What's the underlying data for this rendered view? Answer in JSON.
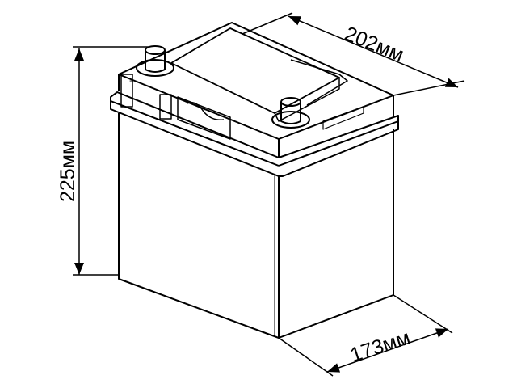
{
  "diagram": {
    "dimensions": {
      "length": "202мм",
      "height": "225мм",
      "width": "173мм"
    },
    "terminals": {
      "positive": "+",
      "negative": "−"
    },
    "colors": {
      "line": "#000000",
      "background": "#ffffff"
    }
  }
}
